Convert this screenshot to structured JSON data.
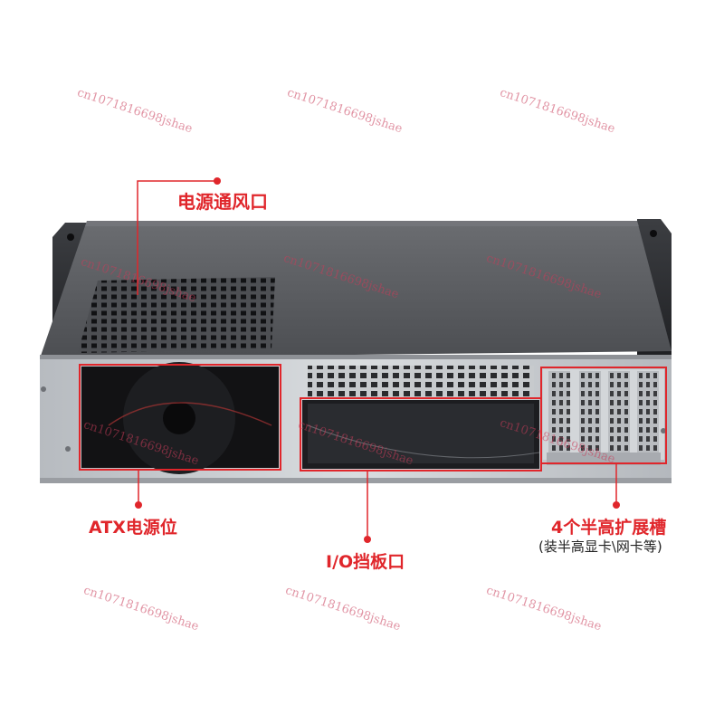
{
  "annotations": {
    "psu_vent": "电源通风口",
    "atx_psu": "ATX电源位",
    "io_shield": "I/O挡板口",
    "expansion_slots": "4个半高扩展槽",
    "expansion_note": "(装半高显卡\\网卡等)"
  },
  "watermark": "cn1071816698jshae",
  "colors": {
    "accent": "#e0262b",
    "chassis_top": "#5a5c60",
    "chassis_front": "#c9ccd0"
  }
}
